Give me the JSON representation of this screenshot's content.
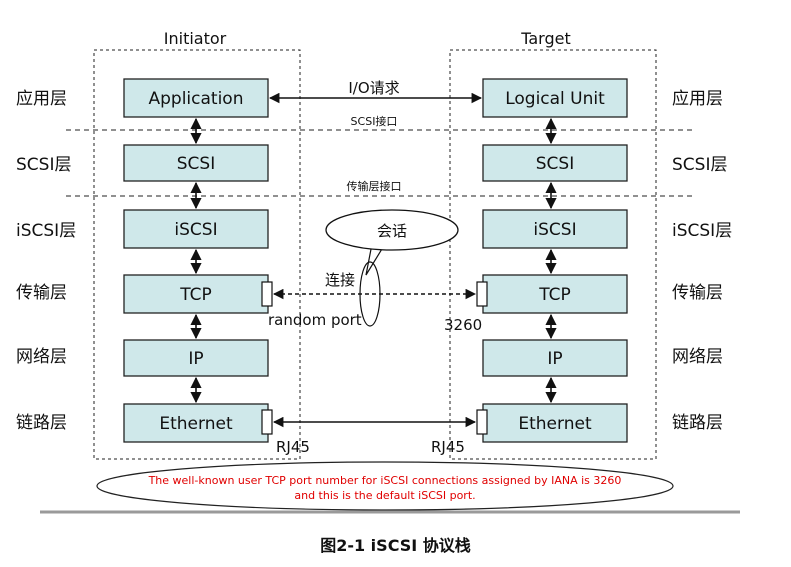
{
  "header": {
    "initiator": "Initiator",
    "target": "Target"
  },
  "layers_left": [
    "应用层",
    "SCSI层",
    "iSCSI层",
    "传输层",
    "网络层",
    "链路层"
  ],
  "layers_right": [
    "应用层",
    "SCSI层",
    "iSCSI层",
    "传输层",
    "网络层",
    "链路层"
  ],
  "initiator_stack": [
    "Application",
    "SCSI",
    "iSCSI",
    "TCP",
    "IP",
    "Ethernet"
  ],
  "target_stack": [
    "Logical Unit",
    "SCSI",
    "iSCSI",
    "TCP",
    "IP",
    "Ethernet"
  ],
  "labels": {
    "io_request": "I/O请求",
    "scsi_interface": "SCSI接口",
    "transport_interface": "传输层接口",
    "session": "会话",
    "connection": "连接",
    "random_port": "random port",
    "port_3260": "3260",
    "rj45_left": "RJ45",
    "rj45_right": "RJ45"
  },
  "note": {
    "line1": "The well-known user TCP port number for iSCSI connections assigned by IANA is 3260",
    "line2": "and this is the default iSCSI port."
  },
  "caption": "图2-1 iSCSI 协议栈",
  "colors": {
    "box_fill": "#cfe8ea",
    "note_text": "#e00000",
    "border": "#222222"
  }
}
